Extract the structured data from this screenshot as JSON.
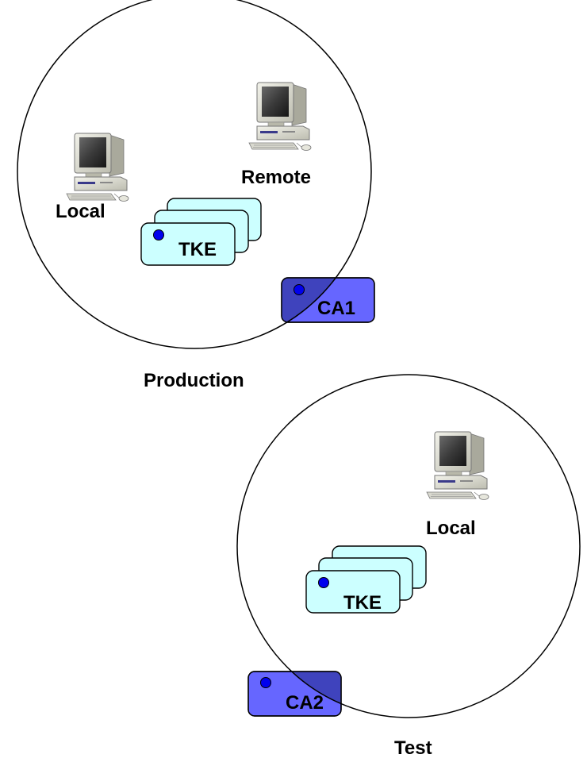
{
  "production": {
    "label": "Production",
    "computers": [
      {
        "label": "Local"
      },
      {
        "label": "Remote"
      }
    ],
    "tke_label": "TKE",
    "ca_label": "CA1"
  },
  "test": {
    "label": "Test",
    "computers": [
      {
        "label": "Local"
      }
    ],
    "tke_label": "TKE",
    "ca_label": "CA2"
  },
  "colors": {
    "tke_fill": "#ccffff",
    "ca_fill": "#6666ff",
    "ca_overlap_fill": "#3f43bd",
    "dot_fill": "#0000ee",
    "circle_stroke": "#000000"
  }
}
